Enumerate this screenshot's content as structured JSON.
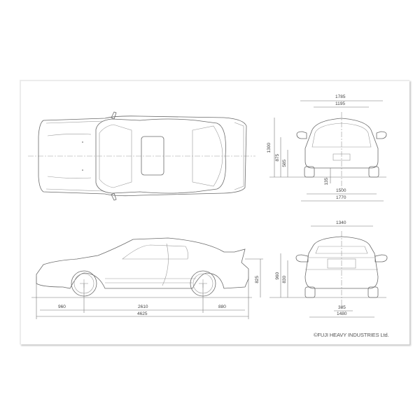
{
  "drawing": {
    "subject": "Car blueprint — four orthographic views",
    "copyright": "©FUJI HEAVY INDUSTRIES Ltd.",
    "views": {
      "top": {
        "label": "top-view"
      },
      "side": {
        "label": "side-view",
        "dimensions": {
          "front_overhang": "960",
          "wheelbase": "2610",
          "rear_overhang": "880",
          "overall_length": "4625",
          "height_right": "825"
        }
      },
      "front": {
        "label": "front-view",
        "dimensions": {
          "overall_width_mirrors": "1785",
          "upper_width": "1195",
          "overall_height": "1300",
          "height_875": "875",
          "height_585": "585",
          "ground_clearance": "135",
          "track_front": "1500",
          "overall_width": "1770"
        }
      },
      "rear": {
        "label": "rear-view",
        "dimensions": {
          "upper_width": "1340",
          "height_960": "960",
          "height_830": "830",
          "offset_385": "385",
          "track_rear": "1480"
        }
      }
    }
  }
}
